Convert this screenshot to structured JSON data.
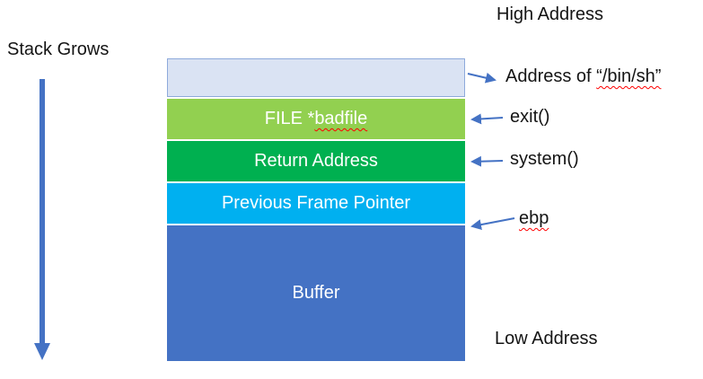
{
  "colors": {
    "arrow": "#4472C4",
    "wavy_underline": "#FF0000"
  },
  "left_panel": {
    "stack_grows_label": "Stack Grows"
  },
  "address_labels": {
    "high": "High Address",
    "low": "Low Address"
  },
  "stack": {
    "segments": [
      {
        "name": "binsh-address-slot",
        "label": "",
        "color": "#DAE3F3"
      },
      {
        "name": "badfile-pointer",
        "label_prefix": "FILE *",
        "label_wavy": "badfile",
        "color": "#92D050"
      },
      {
        "name": "return-address",
        "label": "Return Address",
        "color": "#00B050"
      },
      {
        "name": "previous-frame-pointer",
        "label": "Previous Frame Pointer",
        "color": "#00B0F0"
      },
      {
        "name": "buffer",
        "label": "Buffer",
        "color": "#4472C4"
      }
    ]
  },
  "annotations": {
    "binsh_prefix": "Address of ",
    "binsh_wavy": "“/bin/sh”",
    "exit": "exit()",
    "system": "system()",
    "ebp": "ebp"
  }
}
